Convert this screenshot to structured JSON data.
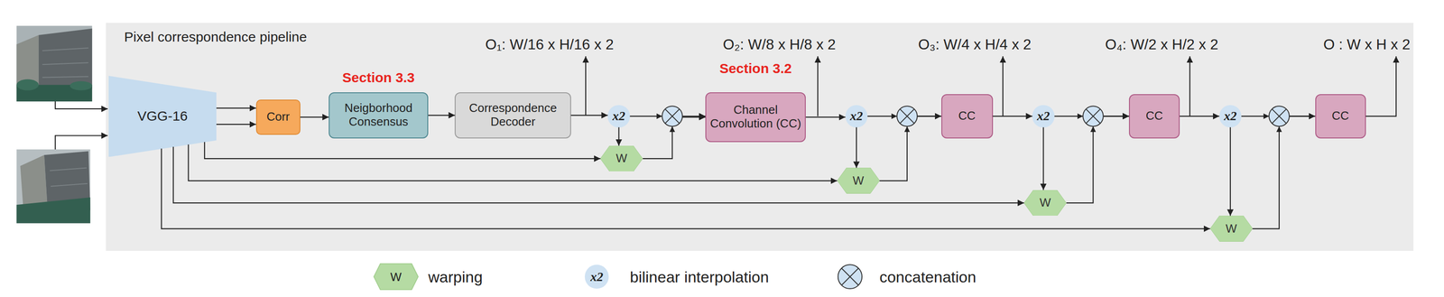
{
  "diagram": {
    "nodes": [
      {
        "text": [
          "Pixel correspondence pipeline"
        ]
      },
      {
        "text": [
          "VGG-16"
        ],
        "in": 0
      },
      {
        "text": [
          "Corr"
        ],
        "in": 0
      },
      {
        "text": [
          "Section 3.3",
          "Neigborhood Consensus"
        ],
        "in": 0
      },
      {
        "text": [
          "Correspondence Decoder"
        ],
        "in": 0
      },
      {
        "text": [
          "x2"
        ],
        "in": 0
      },
      {
        "text": [
          "W"
        ],
        "in": 0
      },
      {
        "text": [
          "Section 3.2",
          "Channel Convolution (CC)"
        ],
        "in": 0
      },
      {
        "text": [
          "x2"
        ],
        "in": 0
      },
      {
        "text": [
          "W"
        ],
        "in": 0
      },
      {
        "text": [
          "CC"
        ],
        "in": 0
      },
      {
        "text": [
          "x2"
        ],
        "in": 0
      },
      {
        "text": [
          "W"
        ],
        "in": 0
      },
      {
        "text": [
          "CC"
        ],
        "in": 0
      },
      {
        "text": [
          "x2"
        ],
        "in": 0
      },
      {
        "text": [
          "W"
        ],
        "in": 0
      },
      {
        "text": [
          "CC"
        ],
        "in": 0
      }
    ],
    "edges": [
      {
        "from": 1,
        "to": 2,
        "arrow": "to"
      },
      {
        "from": 1,
        "to": 2,
        "arrow": "to"
      },
      {
        "from": 2,
        "to": 3,
        "arrow": "to"
      },
      {
        "from": 3,
        "to": 4,
        "arrow": "to"
      },
      {
        "from": 4,
        "to": 5,
        "arrow": "to"
      },
      {
        "from": 5,
        "to": 6,
        "arrow": "to"
      },
      {
        "from": 5,
        "to": 7,
        "arrow": "to"
      },
      {
        "from": 6,
        "to": 7,
        "arrow": "to"
      },
      {
        "from": 1,
        "to": 6,
        "arrow": "to"
      },
      {
        "from": 7,
        "to": 8,
        "arrow": "to"
      },
      {
        "from": 8,
        "to": 9,
        "arrow": "to"
      },
      {
        "from": 8,
        "to": 10,
        "arrow": "to"
      },
      {
        "from": 9,
        "to": 10,
        "arrow": "to"
      },
      {
        "from": 1,
        "to": 9,
        "arrow": "to"
      },
      {
        "from": 10,
        "to": 11,
        "arrow": "to"
      },
      {
        "from": 11,
        "to": 12,
        "arrow": "to"
      },
      {
        "from": 11,
        "to": 13,
        "arrow": "to"
      },
      {
        "from": 12,
        "to": 13,
        "arrow": "to"
      },
      {
        "from": 1,
        "to": 12,
        "arrow": "to"
      },
      {
        "from": 13,
        "to": 14,
        "arrow": "to"
      },
      {
        "from": 14,
        "to": 15,
        "arrow": "to"
      },
      {
        "from": 14,
        "to": 16,
        "arrow": "to"
      },
      {
        "from": 15,
        "to": 16,
        "arrow": "to"
      },
      {
        "from": 1,
        "to": 15,
        "arrow": "to"
      }
    ],
    "labels": [
      "O₁: W/16 x H/16 x 2",
      "O₂: W/8 x H/8 x 2",
      "O₃: W/4 x H/4 x 2",
      "O₄: W/2 x H/2 x 2",
      "O : W x H x 2",
      "W",
      "x2"
    ],
    "legend": [
      {
        "text": "warping"
      },
      {
        "text": "bilinear interpolation"
      },
      {
        "text": "concatenation"
      }
    ]
  }
}
